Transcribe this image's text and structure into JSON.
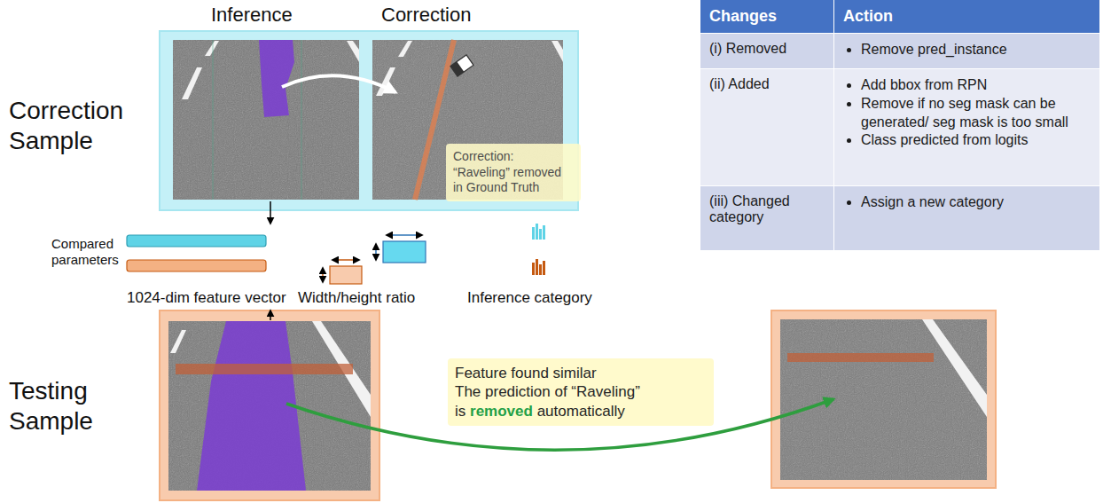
{
  "diagram": {
    "nodes": [
      {
        "text": [
          "Correction: “Raveling” removed in Ground Truth"
        ]
      },
      {
        "text": [
          "Feature found similar",
          "The prediction of “Raveling”",
          "is",
          "removed",
          "automatically"
        ]
      }
    ],
    "labels": [
      "Inference",
      "Correction",
      "Correction Sample",
      "Changes",
      "Action",
      "(i) Removed",
      "Remove pred_instance",
      "(ii) Added",
      "Add bbox from RPN",
      "Remove if no seg mask can be generated/ seg mask is too small",
      "Class predicted from logits",
      "(iii) Changed category",
      "Assign a new category",
      "Compared parameters",
      "1024-dim feature vector",
      "Width/height ratio",
      "Inference category",
      "Testing Sample"
    ]
  }
}
